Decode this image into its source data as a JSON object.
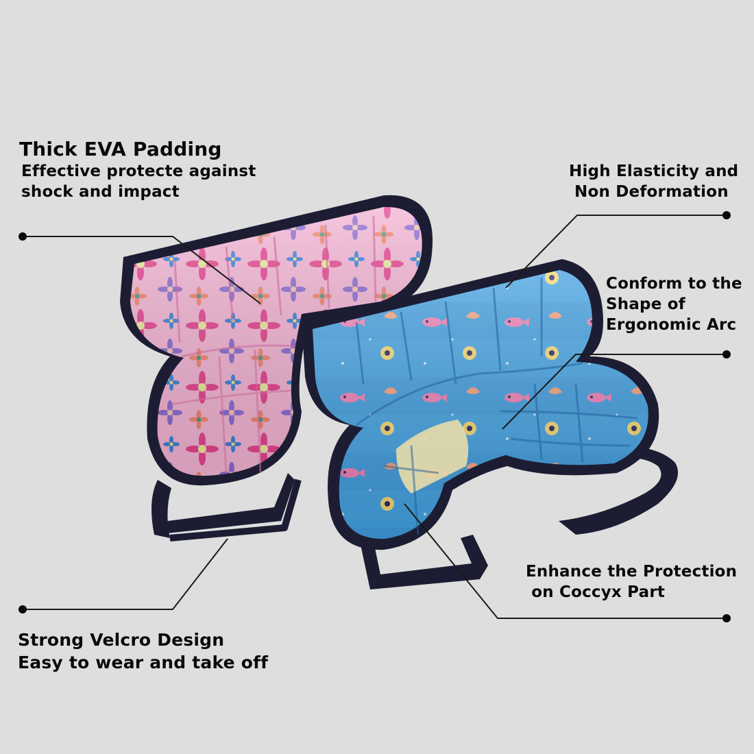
{
  "colors": {
    "background": "#dedede",
    "text": "#0a0a0a",
    "callout_line": "#1a1a1a",
    "pad_border": "#1c1d33",
    "pink_pad": "#f2a9cf",
    "blue_pad": "#3f9ddf"
  },
  "features": [
    {
      "id": "thick-eva-padding",
      "title": "Thick EVA Padding",
      "lines": [
        "Effective protecte against",
        "shock and impact"
      ]
    },
    {
      "id": "high-elasticity",
      "lines": [
        "High Elasticity and",
        "Non Deformation"
      ]
    },
    {
      "id": "ergonomic-arc",
      "lines": [
        "Conform to the",
        "Shape of",
        "Ergonomic Arc"
      ]
    },
    {
      "id": "coccyx-protection",
      "lines": [
        "Enhance the Protection",
        " on Coccyx Part"
      ]
    },
    {
      "id": "velcro-design",
      "lines": [
        "Strong Velcro Design",
        "Easy to wear and take off"
      ]
    }
  ],
  "product": {
    "items": [
      {
        "name": "pink-floral-hip-pad",
        "pattern": "floral"
      },
      {
        "name": "blue-ocean-hip-pad",
        "pattern": "sea creatures"
      }
    ]
  }
}
